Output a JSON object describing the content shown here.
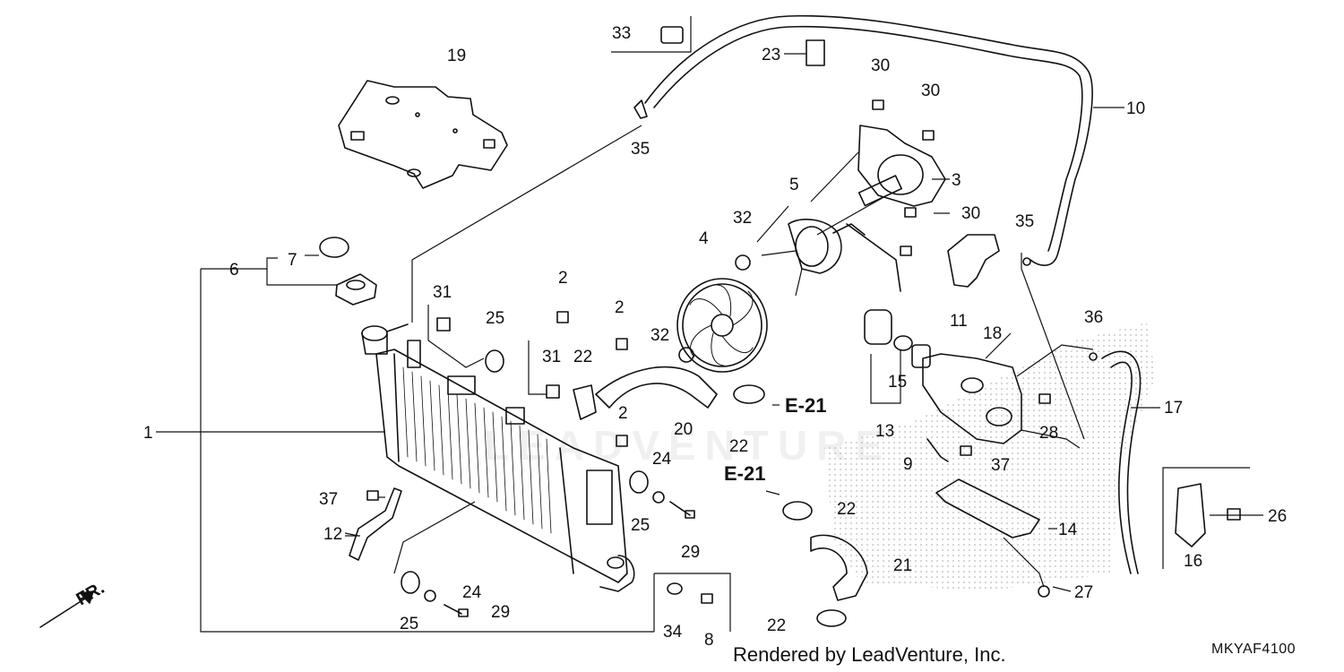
{
  "diagram": {
    "labels": [
      "1",
      "2",
      "2",
      "2",
      "3",
      "4",
      "5",
      "6",
      "7",
      "8",
      "9",
      "10",
      "11",
      "12",
      "13",
      "14",
      "15",
      "16",
      "17",
      "18",
      "19",
      "20",
      "21",
      "22",
      "22",
      "22",
      "22",
      "23",
      "24",
      "24",
      "25",
      "25",
      "25",
      "26",
      "27",
      "28",
      "29",
      "29",
      "30",
      "30",
      "30",
      "31",
      "31",
      "32",
      "32",
      "33",
      "34",
      "35",
      "35",
      "36",
      "37",
      "37"
    ],
    "ref_callouts": [
      "E-21",
      "E-21"
    ],
    "front_marker": "FR.",
    "watermark": "LEADVENTURE"
  },
  "footer": {
    "credit": "Rendered by LeadVenture, Inc.",
    "diagram_code": "MKYAF4100"
  },
  "colors": {
    "ink": "#111111",
    "halftone": "#9a9a9a"
  }
}
